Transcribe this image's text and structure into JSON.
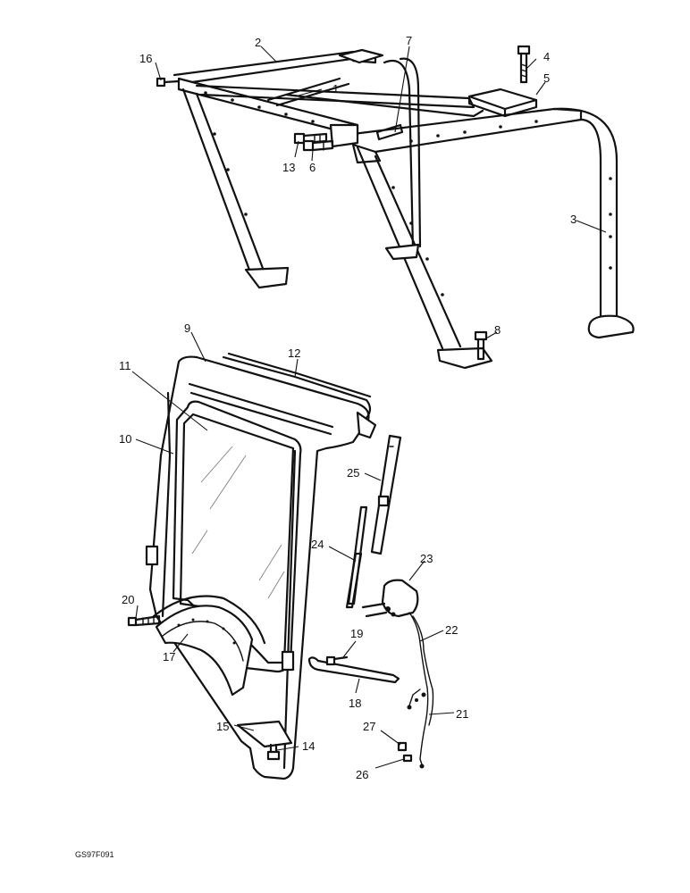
{
  "drawing_code": "GS97F091",
  "callouts": [
    "1",
    "2",
    "3",
    "4",
    "5",
    "6",
    "7",
    "8",
    "9",
    "10",
    "11",
    "12",
    "13",
    "14",
    "15",
    "16",
    "17",
    "18",
    "19",
    "20",
    "21",
    "22",
    "23",
    "24",
    "25",
    "26",
    "27"
  ]
}
